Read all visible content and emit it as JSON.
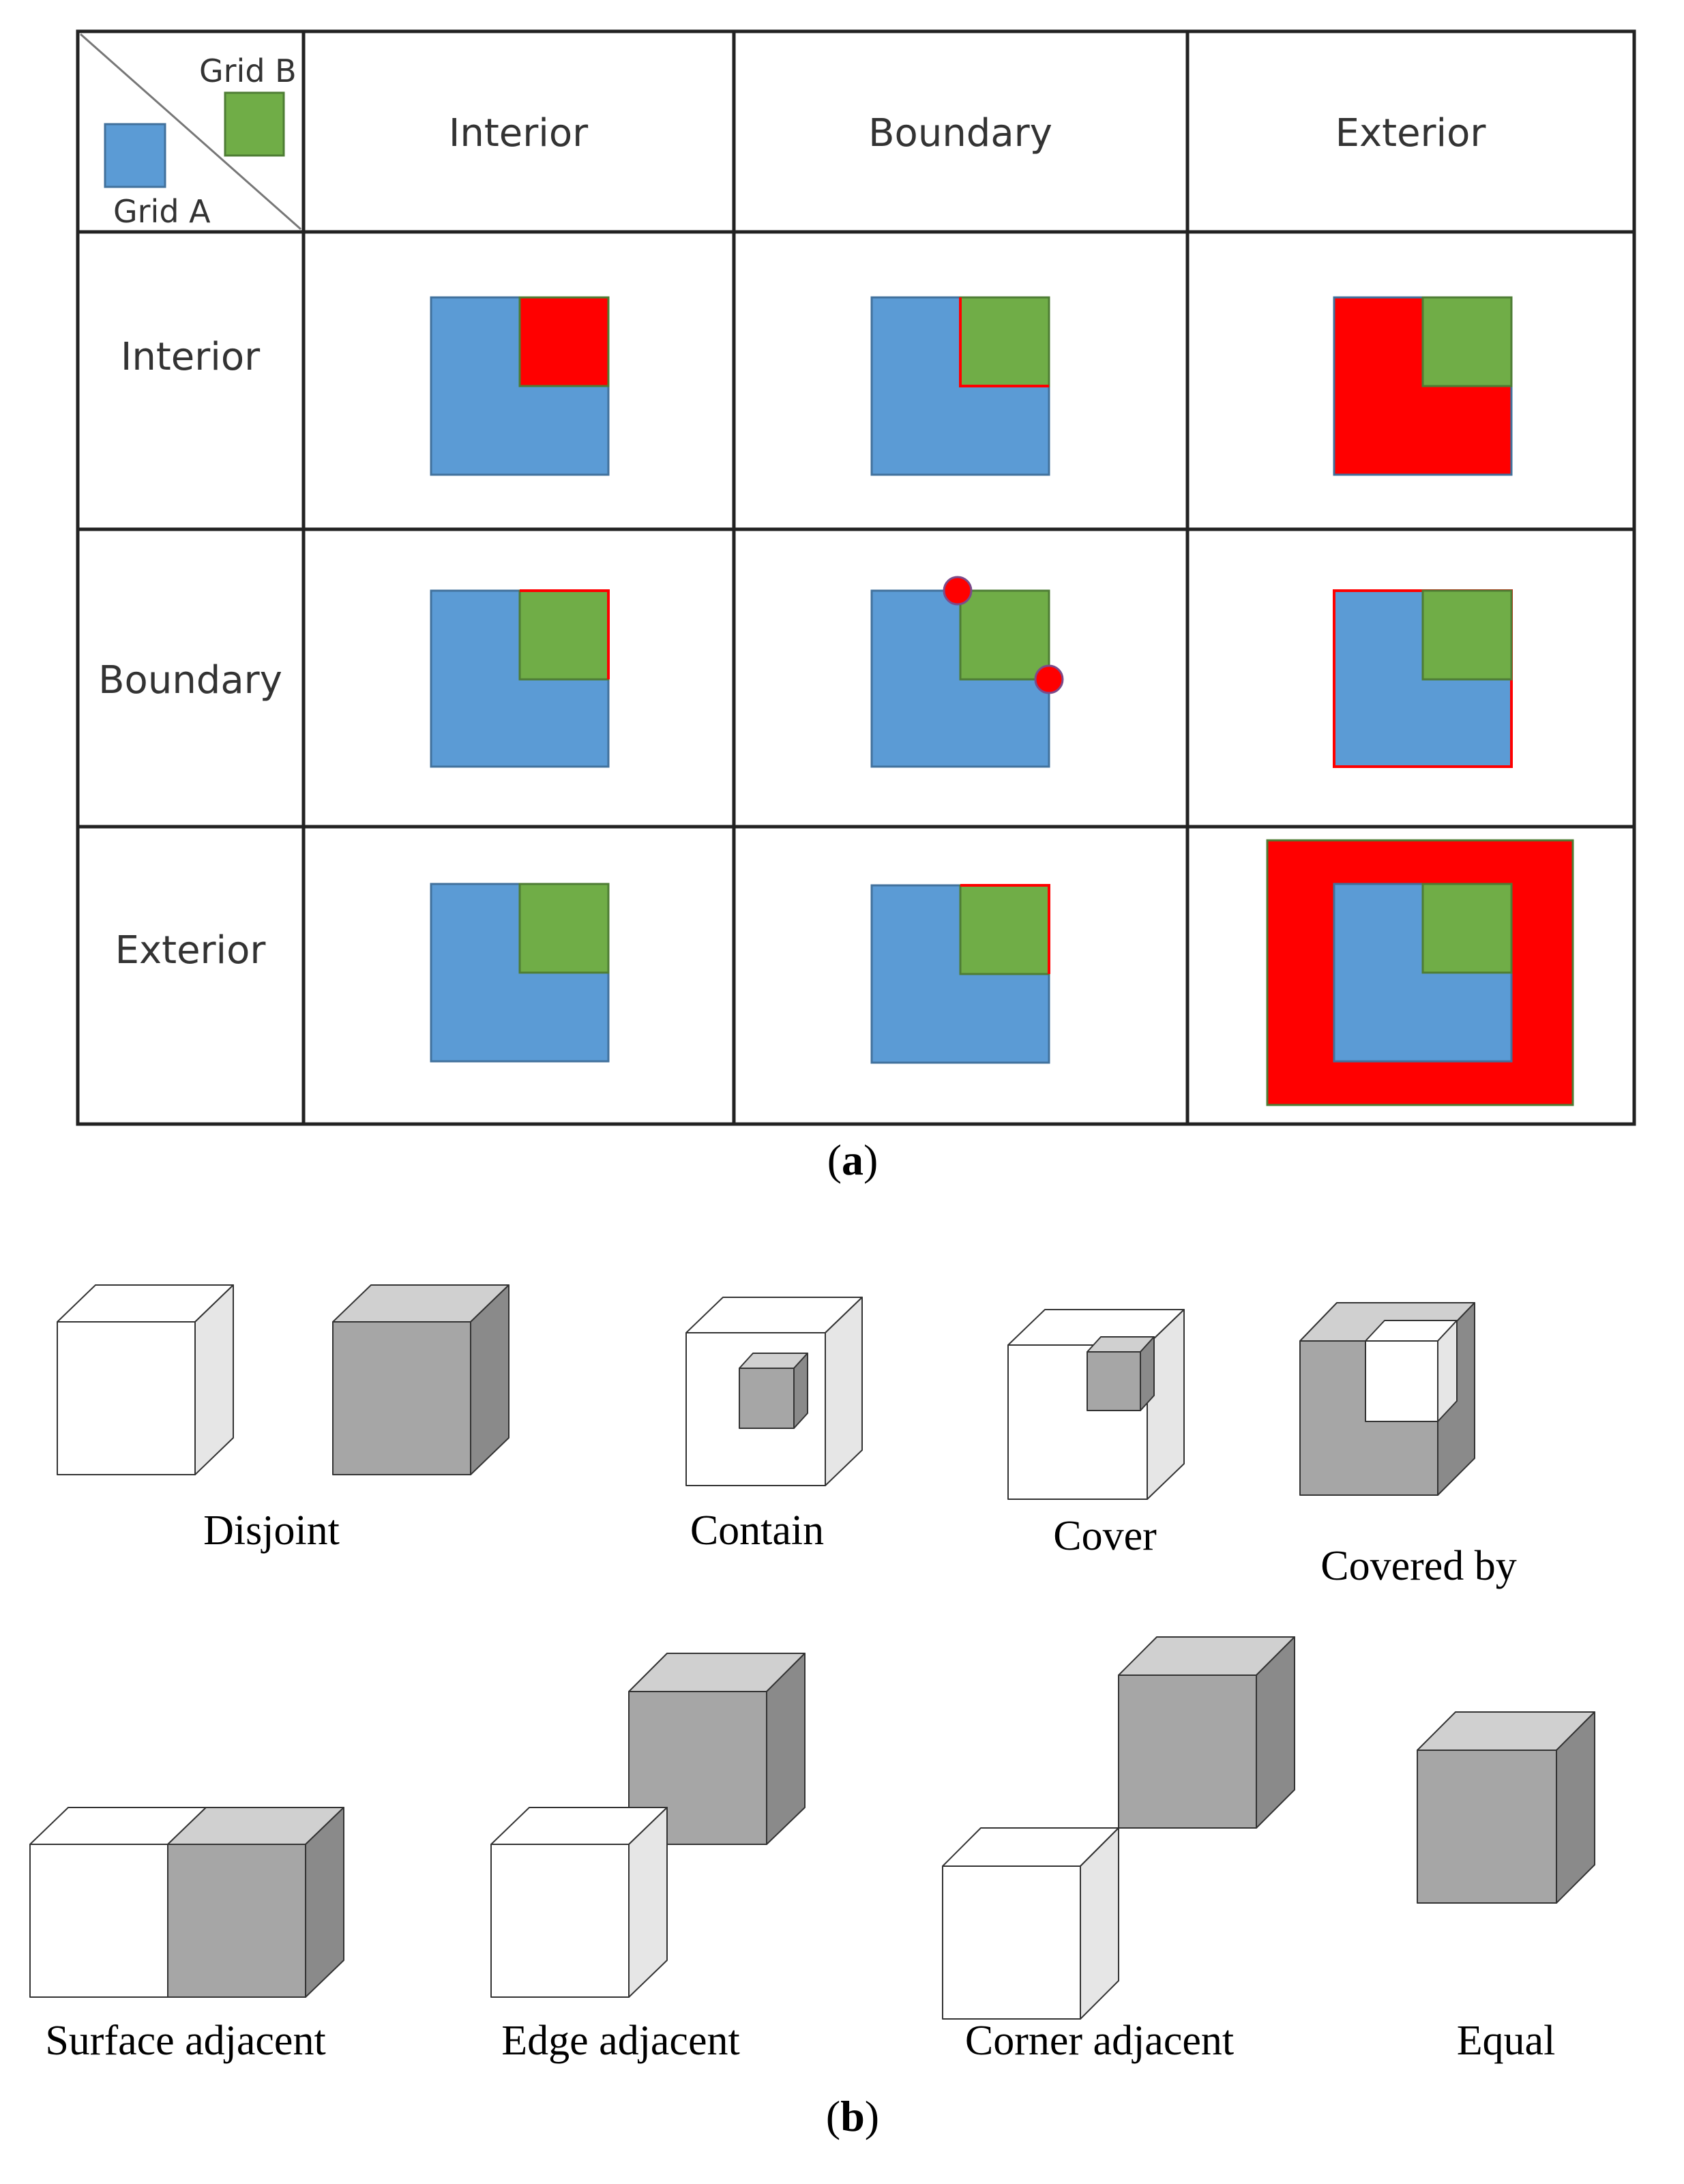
{
  "panel_a": {
    "corner": {
      "grid_b_label": "Grid B",
      "grid_a_label": "Grid A"
    },
    "columns": [
      "Interior",
      "Boundary",
      "Exterior"
    ],
    "rows": [
      "Interior",
      "Boundary",
      "Exterior"
    ],
    "caption": {
      "open": "(",
      "letter": "a",
      "close": ")"
    }
  },
  "panel_b": {
    "labels": {
      "disjoint": "Disjoint",
      "contain": "Contain",
      "cover": "Cover",
      "covered_by": "Covered by",
      "surface_adjacent": "Surface adjacent",
      "edge_adjacent": "Edge adjacent",
      "corner_adjacent": "Corner adjacent",
      "equal": "Equal"
    },
    "caption": {
      "open": "(",
      "letter": "b",
      "close": ")"
    }
  },
  "colors": {
    "grid_a": "#5b9bd5",
    "grid_b": "#70ad47",
    "highlight": "#ff0000",
    "cube_white_front": "#ffffff",
    "cube_white_side": "#e6e6e6",
    "cube_gray_front": "#a6a6a6",
    "cube_gray_top": "#d0d0d0",
    "cube_gray_side": "#8a8a8a"
  }
}
